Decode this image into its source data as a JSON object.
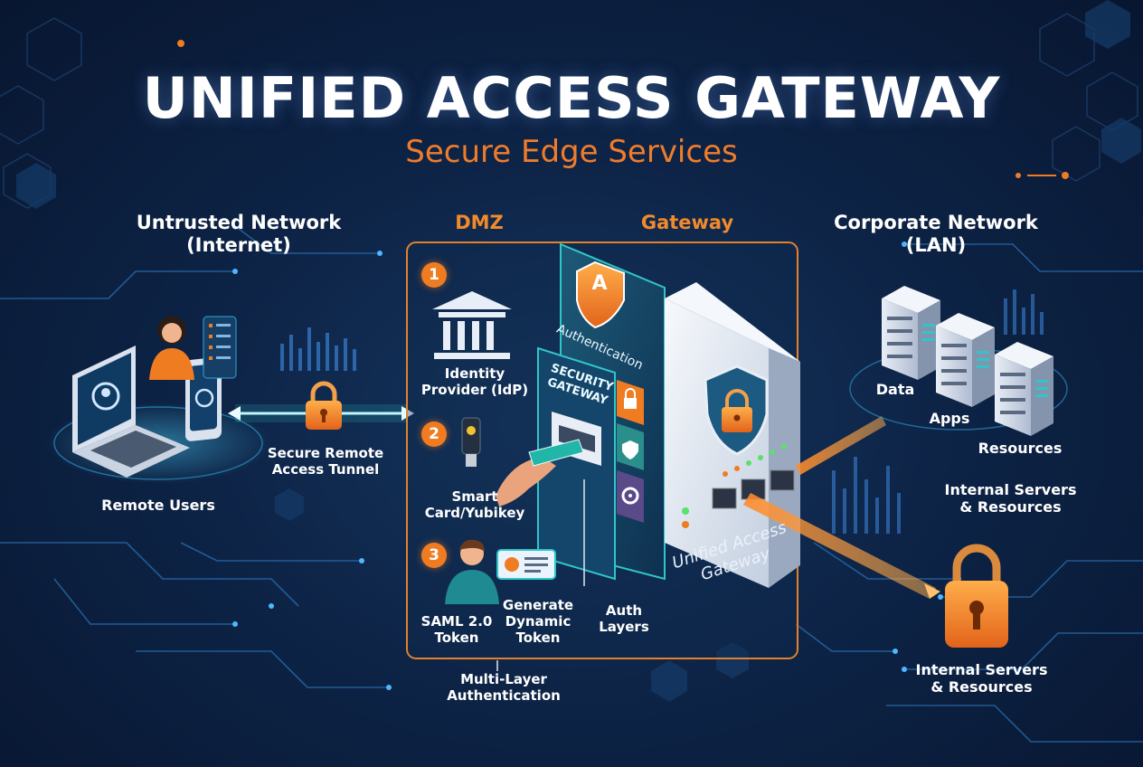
{
  "header": {
    "title": "UNIFIED ACCESS GATEWAY",
    "subtitle": "Secure Edge Services"
  },
  "zones": {
    "untrusted": "Untrusted Network\n(Internet)",
    "dmz": "DMZ",
    "gateway": "Gateway",
    "corporate": "Corporate Network\n(LAN)"
  },
  "left": {
    "remote_users": "Remote Users",
    "tunnel": "Secure Remote\nAccess Tunnel"
  },
  "steps": [
    {
      "number": "1",
      "label": "Identity\nProvider (IdP)"
    },
    {
      "number": "2",
      "label": "Smart\nCard/Yubikey"
    },
    {
      "number": "3",
      "label": "SAML 2.0\nToken"
    }
  ],
  "generate_token": "Generate\nDynamic\nToken",
  "multi_layer": "Multi-Layer\nAuthentication",
  "auth_layers": "Auth\nLayers",
  "panel": {
    "authentication": "Authentication",
    "security_gateway": "SECURITY\nGATEWAY",
    "shield_letter": "A"
  },
  "device_label": "Unified Access\nGateway",
  "right": {
    "data": "Data",
    "apps": "Apps",
    "resources": "Resources",
    "internal_top": "Internal Servers\n& Resources",
    "internal_bottom": "Internal Servers\n& Resources"
  },
  "colors": {
    "accent_orange": "#f07c22",
    "teal": "#2fc6c8",
    "background": "#0d2447"
  }
}
